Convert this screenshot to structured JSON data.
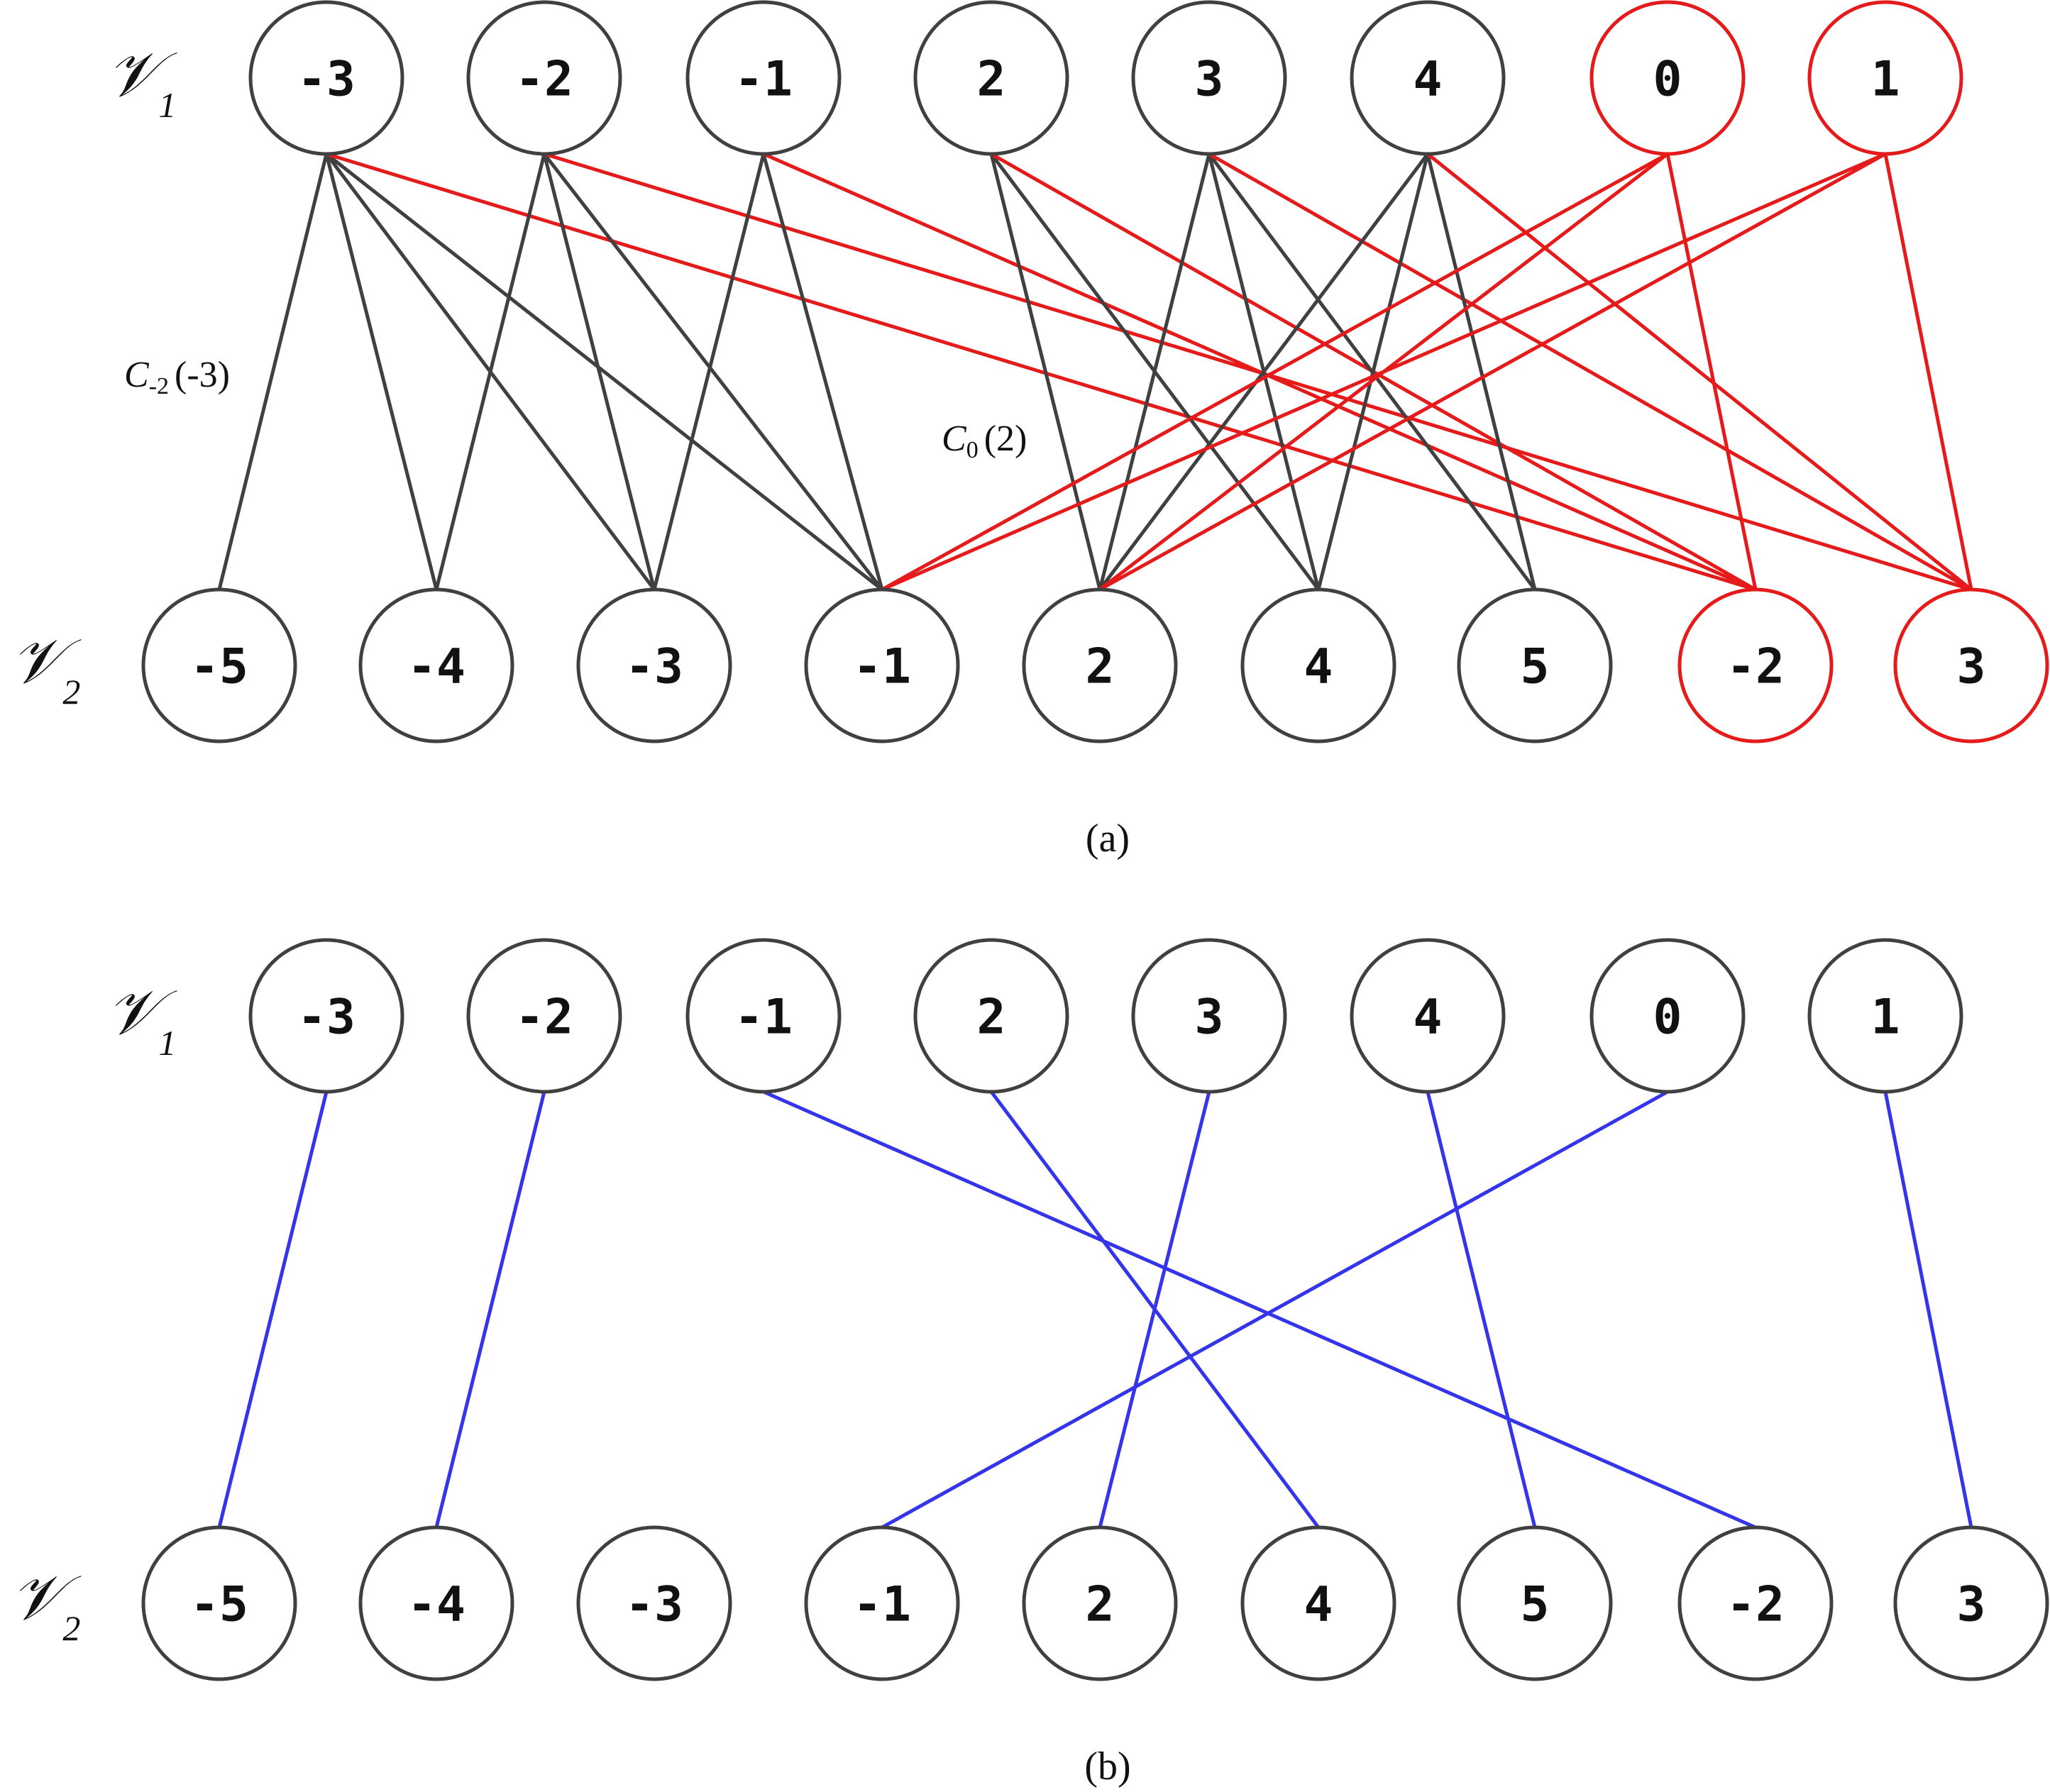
{
  "colors": {
    "default_node": "#404040",
    "highlight_node": "#e51b1b",
    "default_edge": "#404040",
    "highlight_edge": "#e51b1b",
    "matching_edge": "#3434e8",
    "text": "#111111"
  },
  "set_labels": {
    "v1": {
      "main": "𝒱",
      "sub": "1"
    },
    "v2": {
      "main": "𝒱",
      "sub": "2"
    }
  },
  "panels": [
    {
      "caption": "(a)",
      "v1_nodes": [
        {
          "label": "-3",
          "highlight": false
        },
        {
          "label": "-2",
          "highlight": false
        },
        {
          "label": "-1",
          "highlight": false
        },
        {
          "label": "2",
          "highlight": false
        },
        {
          "label": "3",
          "highlight": false
        },
        {
          "label": "4",
          "highlight": false
        },
        {
          "label": "0",
          "highlight": true
        },
        {
          "label": "1",
          "highlight": true
        }
      ],
      "v2_nodes": [
        {
          "label": "-5",
          "highlight": false
        },
        {
          "label": "-4",
          "highlight": false
        },
        {
          "label": "-3",
          "highlight": false
        },
        {
          "label": "-1",
          "highlight": false
        },
        {
          "label": "2",
          "highlight": false
        },
        {
          "label": "4",
          "highlight": false
        },
        {
          "label": "5",
          "highlight": false
        },
        {
          "label": "-2",
          "highlight": true
        },
        {
          "label": "3",
          "highlight": true
        }
      ],
      "edges": [
        {
          "from": "-3",
          "to": "-5",
          "kind": "default"
        },
        {
          "from": "-3",
          "to": "-4",
          "kind": "default"
        },
        {
          "from": "-3",
          "to": "-3",
          "kind": "default"
        },
        {
          "from": "-3",
          "to": "-1",
          "kind": "default"
        },
        {
          "from": "-3",
          "to": "-2",
          "kind": "highlight"
        },
        {
          "from": "-2",
          "to": "-4",
          "kind": "default"
        },
        {
          "from": "-2",
          "to": "-3",
          "kind": "default"
        },
        {
          "from": "-2",
          "to": "-1",
          "kind": "default"
        },
        {
          "from": "-2",
          "to": "3",
          "kind": "highlight"
        },
        {
          "from": "-1",
          "to": "-3",
          "kind": "default"
        },
        {
          "from": "-1",
          "to": "-1",
          "kind": "default"
        },
        {
          "from": "-1",
          "to": "-2",
          "kind": "highlight"
        },
        {
          "from": "2",
          "to": "2",
          "kind": "default"
        },
        {
          "from": "2",
          "to": "4",
          "kind": "default"
        },
        {
          "from": "2",
          "to": "-2",
          "kind": "highlight"
        },
        {
          "from": "3",
          "to": "2",
          "kind": "default"
        },
        {
          "from": "3",
          "to": "4",
          "kind": "default"
        },
        {
          "from": "3",
          "to": "5",
          "kind": "default"
        },
        {
          "from": "3",
          "to": "3",
          "kind": "highlight"
        },
        {
          "from": "4",
          "to": "2",
          "kind": "default"
        },
        {
          "from": "4",
          "to": "4",
          "kind": "default"
        },
        {
          "from": "4",
          "to": "5",
          "kind": "default"
        },
        {
          "from": "4",
          "to": "3",
          "kind": "highlight"
        },
        {
          "from": "0",
          "to": "-1",
          "kind": "highlight"
        },
        {
          "from": "0",
          "to": "2",
          "kind": "highlight"
        },
        {
          "from": "0",
          "to": "-2",
          "kind": "highlight"
        },
        {
          "from": "1",
          "to": "-1",
          "kind": "highlight"
        },
        {
          "from": "1",
          "to": "2",
          "kind": "highlight"
        },
        {
          "from": "1",
          "to": "3",
          "kind": "highlight"
        }
      ],
      "annotations": [
        {
          "c": "C",
          "sub": "-2",
          "arg": "(-3)"
        },
        {
          "c": "C",
          "sub": "0",
          "arg": "(2)"
        }
      ]
    },
    {
      "caption": "(b)",
      "v1_nodes": [
        {
          "label": "-3",
          "highlight": false
        },
        {
          "label": "-2",
          "highlight": false
        },
        {
          "label": "-1",
          "highlight": false
        },
        {
          "label": "2",
          "highlight": false
        },
        {
          "label": "3",
          "highlight": false
        },
        {
          "label": "4",
          "highlight": false
        },
        {
          "label": "0",
          "highlight": false
        },
        {
          "label": "1",
          "highlight": false
        }
      ],
      "v2_nodes": [
        {
          "label": "-5",
          "highlight": false
        },
        {
          "label": "-4",
          "highlight": false
        },
        {
          "label": "-3",
          "highlight": false
        },
        {
          "label": "-1",
          "highlight": false
        },
        {
          "label": "2",
          "highlight": false
        },
        {
          "label": "4",
          "highlight": false
        },
        {
          "label": "5",
          "highlight": false
        },
        {
          "label": "-2",
          "highlight": false
        },
        {
          "label": "3",
          "highlight": false
        }
      ],
      "edges": [
        {
          "from": "-3",
          "to": "-5",
          "kind": "matching"
        },
        {
          "from": "-2",
          "to": "-4",
          "kind": "matching"
        },
        {
          "from": "-1",
          "to": "-2",
          "kind": "matching"
        },
        {
          "from": "2",
          "to": "4",
          "kind": "matching"
        },
        {
          "from": "3",
          "to": "2",
          "kind": "matching"
        },
        {
          "from": "4",
          "to": "5",
          "kind": "matching"
        },
        {
          "from": "0",
          "to": "-1",
          "kind": "matching"
        },
        {
          "from": "1",
          "to": "3",
          "kind": "matching"
        }
      ],
      "annotations": []
    }
  ]
}
